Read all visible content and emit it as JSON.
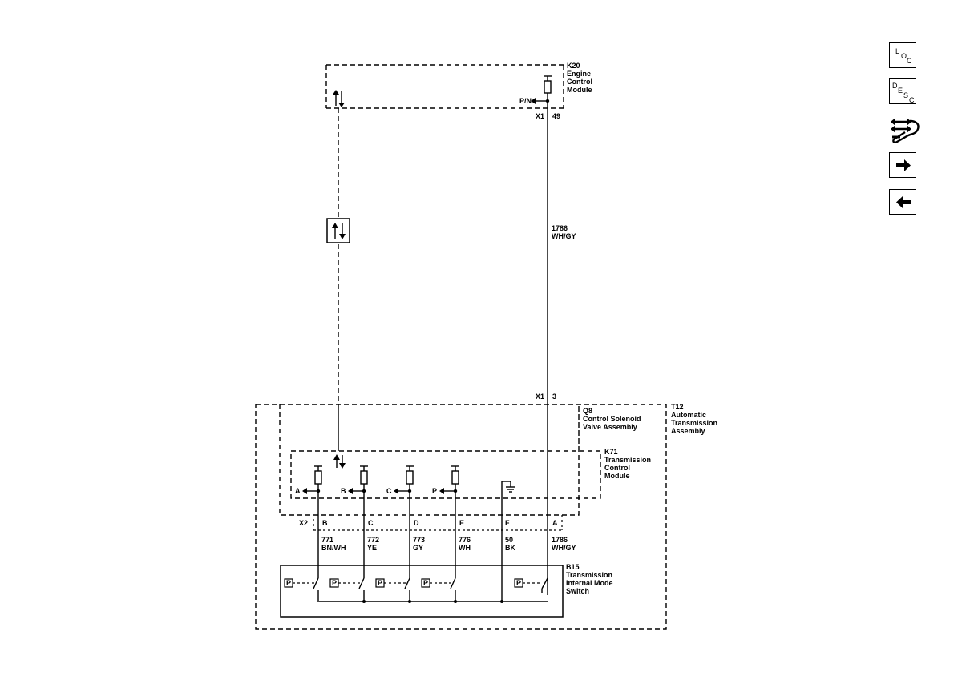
{
  "modules": {
    "k20": {
      "code": "K20",
      "line1": "Engine",
      "line2": "Control",
      "line3": "Module"
    },
    "t12": {
      "code": "T12",
      "line1": "Automatic",
      "line2": "Transmission",
      "line3": "Assembly"
    },
    "q8": {
      "code": "Q8",
      "line1": "Control Solenoid",
      "line2": "Valve Assembly"
    },
    "k71": {
      "code": "K71",
      "line1": "Transmission",
      "line2": "Control",
      "line3": "Module"
    },
    "b15": {
      "code": "B15",
      "line1": "Transmission",
      "line2": "Internal Mode",
      "line3": "Switch"
    }
  },
  "connectors": {
    "ecm": {
      "name": "X1",
      "pin": "49",
      "signal": "P/N"
    },
    "t12": {
      "name": "X1",
      "pin": "3"
    },
    "switch": {
      "name": "X2"
    }
  },
  "wire_main": {
    "circuit": "1786",
    "color": "WH/GY"
  },
  "signals": [
    {
      "signal": "A",
      "pin": "B",
      "circuit": "771",
      "color": "BN/WH"
    },
    {
      "signal": "B",
      "pin": "C",
      "circuit": "772",
      "color": "YE"
    },
    {
      "signal": "C",
      "pin": "D",
      "circuit": "773",
      "color": "GY"
    },
    {
      "signal": "P",
      "pin": "E",
      "circuit": "776",
      "color": "WH"
    }
  ],
  "ground_pin": {
    "pin": "F",
    "circuit": "50",
    "color": "BK"
  },
  "a_pin": {
    "pin": "A",
    "circuit": "1786",
    "color": "WH/GY"
  },
  "switch_symbol": "P",
  "nav": {
    "loc": [
      "L",
      "O",
      "C"
    ],
    "desc": [
      "D",
      "E",
      "S",
      "C"
    ]
  }
}
